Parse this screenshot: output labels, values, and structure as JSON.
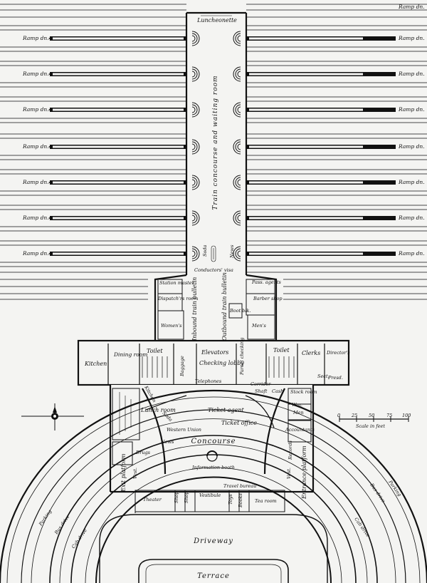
{
  "labels": {
    "luncheonette": "Luncheonette",
    "train_concourse": "Train concourse and waiting room",
    "ramp_dn": "Ramp dn.",
    "soda_upper": "Soda",
    "news_upper": "News",
    "conductors_visa": "Conductors' visa",
    "station_master": "Station master",
    "dispatchers_room": "Dispatch'rs room",
    "womens": "Women's",
    "inbound_bulletin": "Inbound train bulletin",
    "outbound_bulletin": "Outbound train bulletin",
    "pass_agents": "Pass. agents",
    "barber_shop": "Barber shop",
    "boot_blk": "Boot blk.",
    "mens_upper": "Men's",
    "kitchen": "Kitchen",
    "dining_room": "Dining room",
    "toilet_left": "Toilet",
    "toilet_right": "Toilet",
    "elevators": "Elevators",
    "checking_lobby": "Checking lobby",
    "telephones": "Telephones",
    "baggage": "Baggage",
    "parcel_checking": "Parcel checking",
    "corridor": "Corridor",
    "shaft": "Shaft",
    "cash": "Cash",
    "clerks": "Clerks",
    "directors": "Director's",
    "sect": "Sect.",
    "presd": "Presd.",
    "stock_room": "Stock room",
    "wm": "Wm.",
    "men": "Men",
    "lunch_room": "Lunch room",
    "soda_lower": "Soda",
    "kitchen_lower": "Kitchen",
    "western_union": "Western Union",
    "news_lower": "News",
    "ticket_agent": "Ticket agent",
    "ticket_office": "Ticket office",
    "accountants": "Accountants",
    "concourse": "Concourse",
    "information_booth": "Information booth",
    "drugs": "Drugs",
    "records": "Records",
    "vest_left": "Vest.",
    "vest_right": "Vest.",
    "exit_platform": "Exit platform",
    "entrance_platform": "Entrance platform",
    "theater": "Theater",
    "shop1": "Shop",
    "shop2": "Shop",
    "vestibule": "Vestibule",
    "travel_bureau": "Travel bureau",
    "toys": "Toys",
    "books": "Books",
    "tea_room": "Tea room",
    "bus_drive": "Bus drive",
    "cab_drive": "Cab drive",
    "parking": "Parking",
    "driveway": "Driveway",
    "terrace": "Terrace"
  },
  "scale": {
    "ticks": [
      "0",
      "25",
      "50",
      "75",
      "100"
    ],
    "caption": "Scale in feet"
  }
}
